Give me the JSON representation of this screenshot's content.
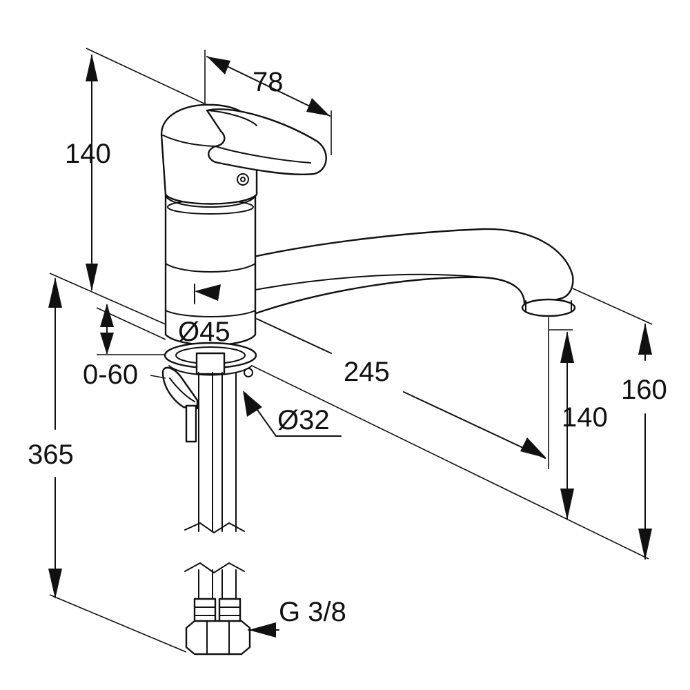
{
  "dimensions": {
    "handle_height": "140",
    "handle_width": "78",
    "mount_thickness": "0-60",
    "body_diameter": "Ø45",
    "spout_reach": "245",
    "hole_diameter": "Ø32",
    "spout_clearance": "140",
    "spout_height": "160",
    "total_height": "365",
    "connection_thread": "G 3/8"
  },
  "colors": {
    "ink": "#111111",
    "paper": "#ffffff"
  }
}
